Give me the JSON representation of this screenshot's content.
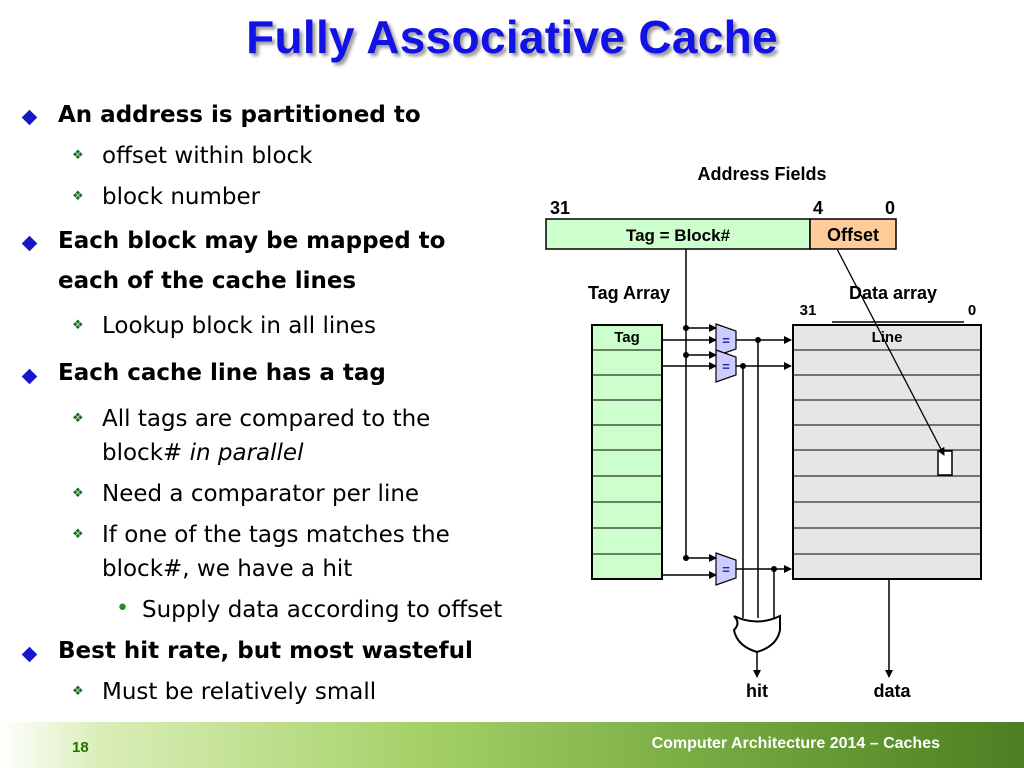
{
  "slide": {
    "title": "Fully Associative Cache",
    "bullets": {
      "b1": "An address is partitioned to",
      "b1_1": "offset within block",
      "b1_2": "block number",
      "b2_line1": "Each block may be mapped to",
      "b2_line2": "each of the cache lines",
      "b2_1": "Lookup block in all lines",
      "b3": "Each cache line has a tag",
      "b3_1_line1": "All tags are compared to the",
      "b3_1_line2a": "block#",
      "b3_1_line2b": "in parallel",
      "b3_2": "Need a comparator per line",
      "b3_3_line1": "If one of the tags matches the",
      "b3_3_line2": "block#, we have a hit",
      "b3_3_1": "Supply data according to offset",
      "b4": "Best hit rate, but most wasteful",
      "b4_1": "Must be relatively small"
    }
  },
  "diagram": {
    "address_fields_label": "Address Fields",
    "bit_31": "31",
    "bit_4": "4",
    "bit_0": "0",
    "tag_field": "Tag = Block#",
    "offset_field": "Offset",
    "tag_array_label": "Tag Array",
    "data_array_label": "Data array",
    "data_bit_31": "31",
    "data_bit_0": "0",
    "tag_header": "Tag",
    "line_header": "Line",
    "comparator_symbol": "=",
    "hit_label": "hit",
    "data_label": "data",
    "colors": {
      "tag_field": "#ccffcc",
      "offset_field": "#ffcc99",
      "tag_array": "#ccffcc",
      "data_array": "#e6e6e6",
      "comparator": "#ccccff"
    }
  },
  "footer": {
    "page_number": "18",
    "course": "Computer Architecture 2014 – Caches"
  }
}
